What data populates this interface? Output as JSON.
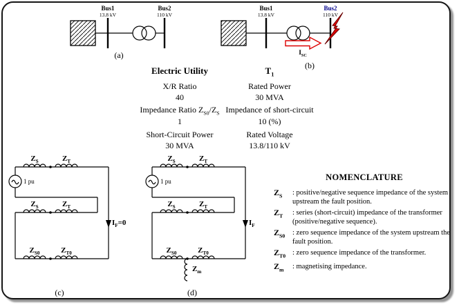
{
  "figure": {
    "captions": {
      "a": "(a)",
      "b": "(b)",
      "c": "(c)",
      "d": "(d)"
    }
  },
  "oneline_a": {
    "bus1_label": "Bus1",
    "bus1_kv": "13.8 kV",
    "bus2_label": "Bus2",
    "bus2_kv": "110 kV"
  },
  "oneline_b": {
    "bus1_label": "Bus1",
    "bus1_kv": "13.8 kV",
    "bus2_label": "Bus2",
    "bus2_kv": "110 kV"
  },
  "table": {
    "utility": {
      "header": "Electric Utility",
      "row1_label": "X/R Ratio",
      "row1_value": "40",
      "row2_prefix": "Impedance Ratio ",
      "row2_value": "1",
      "row3_label": "Short-Circuit Power",
      "row3_value": "30 MVA"
    },
    "transformer": {
      "header_base": "T",
      "header_sub": "1",
      "row1_label": "Rated Power",
      "row1_value": "30 MVA",
      "row2_label": "Impedance of short-circuit",
      "row2_value": "10 (%)",
      "row3_label": "Rated Voltage",
      "row3_value": "13.8/110 kV"
    }
  },
  "symbols": {
    "z": "Z",
    "i": "I",
    "sub_s": "S",
    "sub_t": "T",
    "sub_s0": "S0",
    "sub_t0": "T0",
    "sub_m": "m",
    "sub_f": "F",
    "sub_sc": "SC",
    "slash": "/",
    "eq_zero": "=0",
    "source": "1 pu"
  },
  "nomenclature": {
    "title": "NOMENCLATURE",
    "entries": [
      {
        "sym": "Z",
        "sub": "S",
        "desc": ": positive/negative sequence impedance of the system upstream the fault position."
      },
      {
        "sym": "Z",
        "sub": "T",
        "desc": ": series (short-circuit) impedance of the transformer (positive/negative sequence)."
      },
      {
        "sym": "Z",
        "sub": "S0",
        "desc": ": zero sequence impedance of the system upstream the fault position."
      },
      {
        "sym": "Z",
        "sub": "T0",
        "desc": ": zero sequence impedance of the transformer."
      },
      {
        "sym": "Z",
        "sub": "m",
        "desc": ": magnetising impedance."
      }
    ]
  },
  "colors": {
    "accent_red": "#cc0000",
    "bus2_navy": "#00008b",
    "wire": "#000000"
  }
}
